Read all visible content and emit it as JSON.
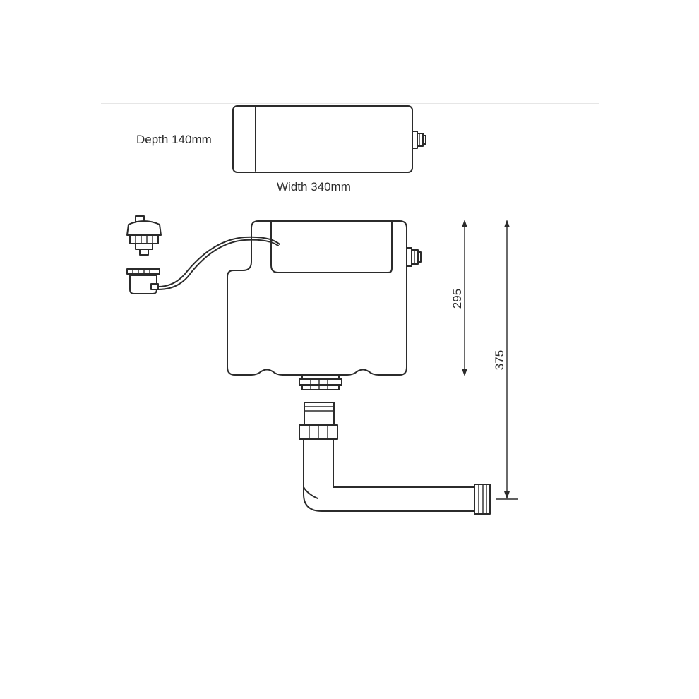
{
  "labels": {
    "depth": "Depth 140mm",
    "width": "Width 340mm",
    "height_cistern": "295",
    "height_total": "375"
  },
  "colors": {
    "line": "#2b2b2b",
    "background": "#ffffff",
    "divider": "#e6e6e6"
  }
}
